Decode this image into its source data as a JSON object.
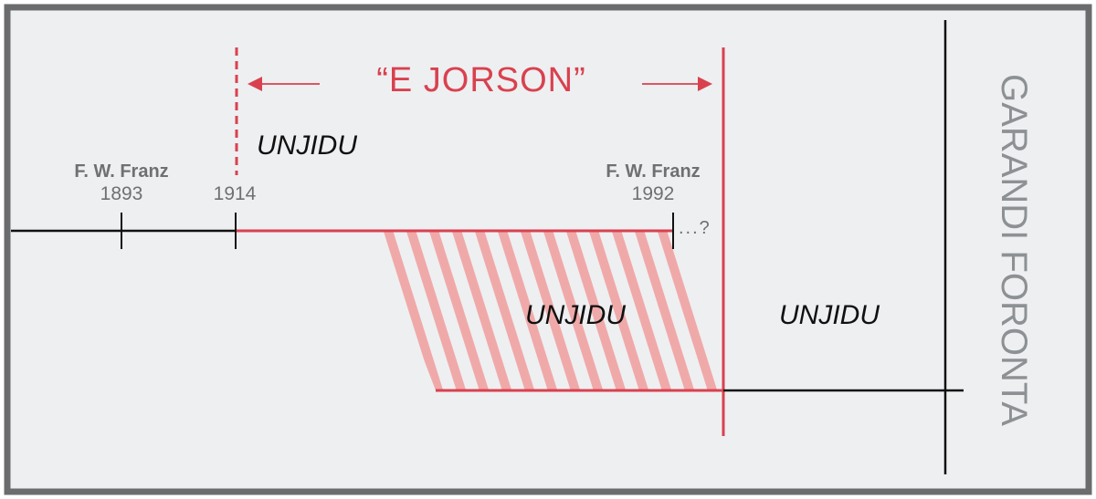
{
  "diagram": {
    "title": "“E JORSON”",
    "vertical_label": "GARANDI FORONTA",
    "labels": {
      "period_top": "UNJIDU",
      "overlap": "UNJIDU",
      "after": "UNJIDU"
    },
    "markers": [
      {
        "name": "F. W. Franz",
        "year": "1893"
      },
      {
        "name": "",
        "year": "1914"
      },
      {
        "name": "F. W. Franz",
        "year": "1992"
      }
    ],
    "continuation": "...?"
  },
  "colors": {
    "background": "#eeeff1",
    "frame": "#6b6c6e",
    "accent_red": "#d9414f",
    "hatch_red": "#f0a9a9",
    "text_gray": "#6f7072",
    "line_black": "#111111",
    "vertical_label_gray": "#8d9194"
  }
}
